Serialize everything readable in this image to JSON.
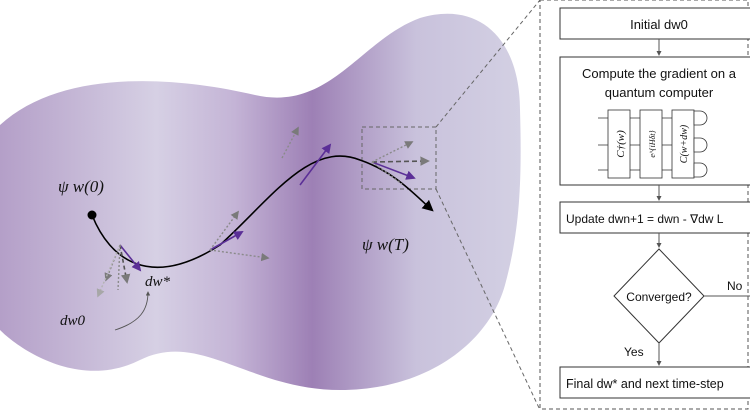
{
  "manifold": {
    "start_label": "ψ w(0)",
    "end_label": "ψ w(T)",
    "dw_star_label": "dw*",
    "dw0_label": "dw0",
    "colors": {
      "fill_light": "#d8d3e6",
      "fill_dark": "#9a7fb3",
      "curve": "#000000",
      "purple_vec": "#5b2f97",
      "gray_vec": "#7a7a7a",
      "light_gray_vec": "#a7a7a7"
    }
  },
  "flowchart": {
    "step_initial": "Initial dw0",
    "step_gradient_line1": "Compute the gradient on a",
    "step_gradient_line2": "quantum computer",
    "circuit_gates": [
      "C†(w)",
      "e^{iHδt}",
      "C(w+dw)"
    ],
    "step_update": "Update  dwn+1 = dwn - ∇dw L",
    "decision": "Converged?",
    "no_label": "No",
    "yes_label": "Yes",
    "step_final": "Final dw* and next time-step"
  }
}
